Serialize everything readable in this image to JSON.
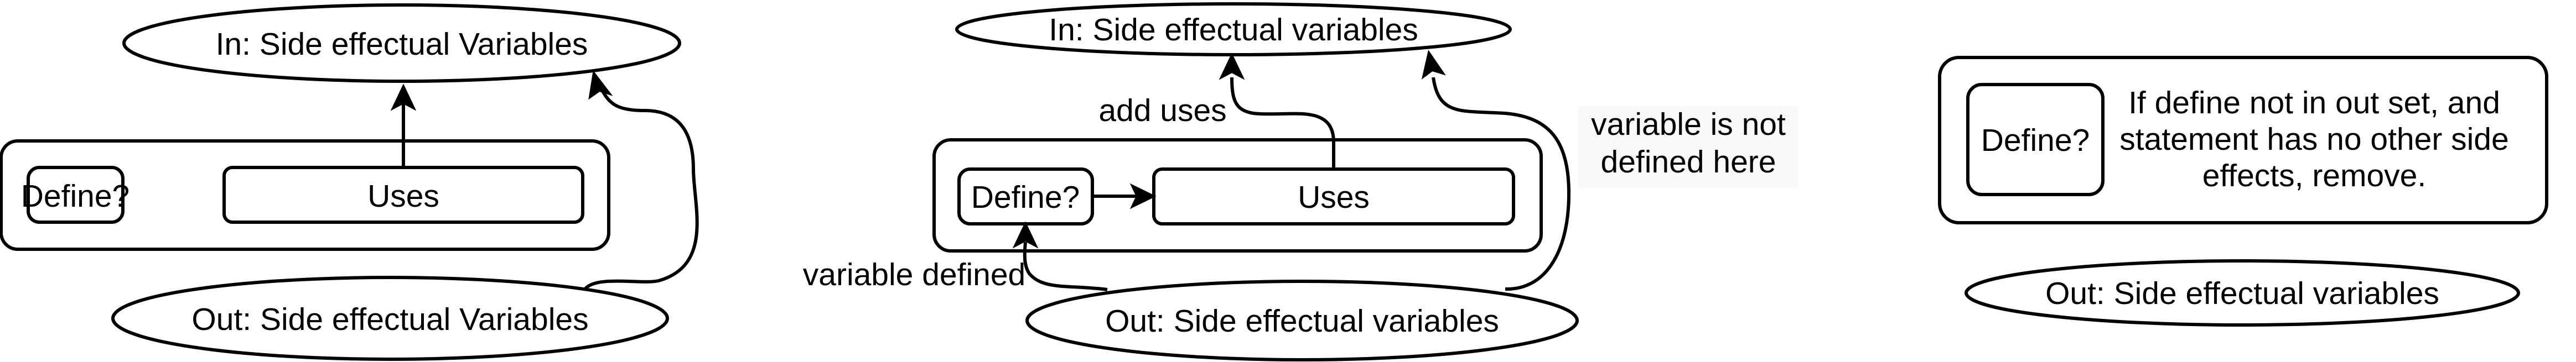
{
  "diagram_data": {
    "panel_1": {
      "in_node": "In: Side effectual Variables",
      "define_node": "Define?",
      "uses_node": "Uses",
      "out_node": "Out: Side effectual Variables"
    },
    "panel_2": {
      "in_node": "In: Side effectual variables",
      "define_node": "Define?",
      "uses_node": "Uses",
      "out_node": "Out: Side effectual variables",
      "edge_label_add_uses": "add uses",
      "edge_label_variable_defined": "variable defined",
      "edge_label_not_defined_line1": "variable is not",
      "edge_label_not_defined_line2": "defined here"
    },
    "panel_3": {
      "define_node": "Define?",
      "rule_line1": "If define not in out set, and",
      "rule_line2": "statement has no other side",
      "rule_line3": "effects, remove.",
      "out_node": "Out: Side effectual variables"
    }
  }
}
